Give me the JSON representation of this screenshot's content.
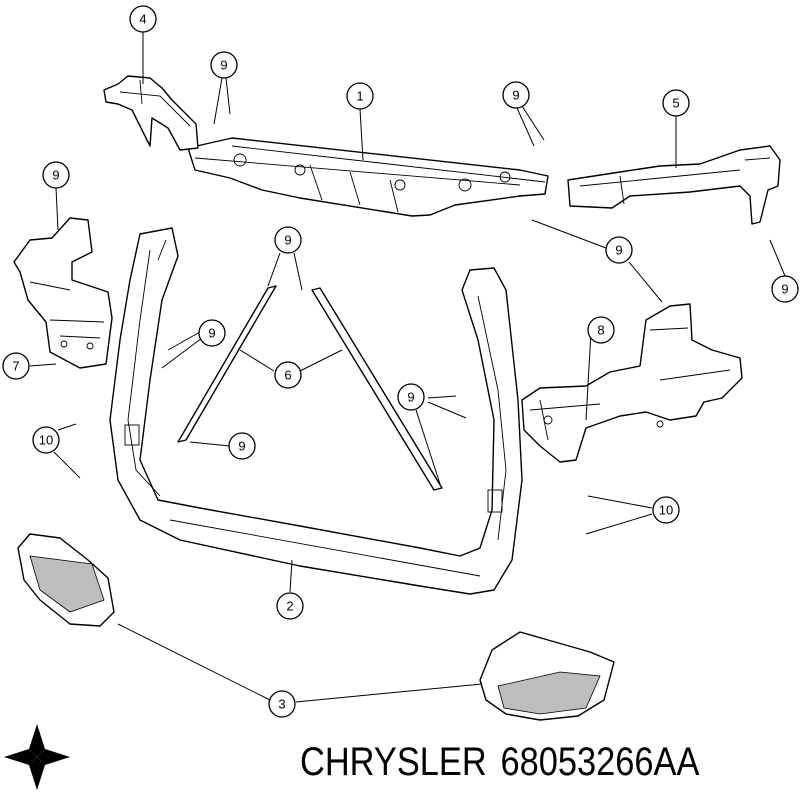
{
  "caption": {
    "brand": "CHRYSLER",
    "part_number": "68053266AA"
  },
  "callouts": [
    {
      "id": "c-4a",
      "label": "4"
    },
    {
      "id": "c-9a",
      "label": "9"
    },
    {
      "id": "c-1",
      "label": "1"
    },
    {
      "id": "c-9b",
      "label": "9"
    },
    {
      "id": "c-5",
      "label": "5"
    },
    {
      "id": "c-9c",
      "label": "9"
    },
    {
      "id": "c-9d",
      "label": "9"
    },
    {
      "id": "c-9e",
      "label": "9"
    },
    {
      "id": "c-9f",
      "label": "9"
    },
    {
      "id": "c-8",
      "label": "8"
    },
    {
      "id": "c-9g",
      "label": "9"
    },
    {
      "id": "c-7",
      "label": "7"
    },
    {
      "id": "c-6",
      "label": "6"
    },
    {
      "id": "c-10a",
      "label": "10"
    },
    {
      "id": "c-9h",
      "label": "9"
    },
    {
      "id": "c-9i",
      "label": "9"
    },
    {
      "id": "c-10b",
      "label": "10"
    },
    {
      "id": "c-2",
      "label": "2"
    },
    {
      "id": "c-3",
      "label": "3"
    }
  ],
  "colors": {
    "line": "#000000",
    "background": "#ffffff"
  },
  "icons": {
    "logo": "chrysler-pentastar-icon"
  }
}
